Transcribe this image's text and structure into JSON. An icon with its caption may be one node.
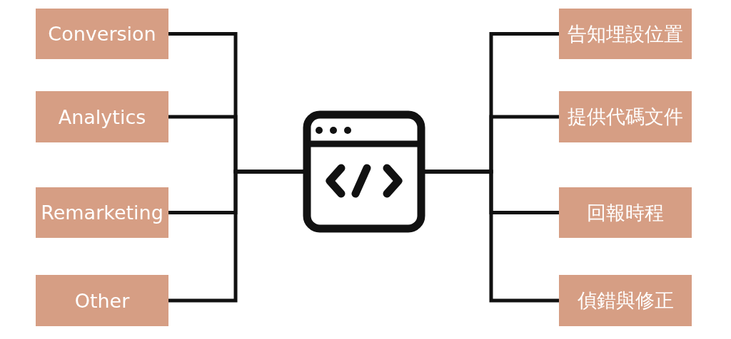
{
  "diagram": {
    "nodes": [
      {
        "text": [
          "Conversion"
        ]
      },
      {
        "text": [
          "Analytics"
        ]
      },
      {
        "text": [
          "Remarketing"
        ]
      },
      {
        "text": [
          "Other"
        ]
      },
      {
        "text": [],
        "shape": "picture"
      },
      {
        "text": [
          "告知埋設位置"
        ]
      },
      {
        "text": [
          "提供代碼文件"
        ]
      },
      {
        "text": [
          "回報時程"
        ]
      },
      {
        "text": [
          "偵錯與修正"
        ]
      }
    ],
    "edges": [
      {
        "from": 0,
        "to": 4,
        "arrow": "none"
      },
      {
        "from": 1,
        "to": 4,
        "arrow": "none"
      },
      {
        "from": 2,
        "to": 4,
        "arrow": "none"
      },
      {
        "from": 3,
        "to": 4,
        "arrow": "none"
      },
      {
        "from": 4,
        "to": 5,
        "arrow": "none"
      },
      {
        "from": 4,
        "to": 6,
        "arrow": "none"
      },
      {
        "from": 4,
        "to": 7,
        "arrow": "none"
      },
      {
        "from": 4,
        "to": 8,
        "arrow": "none"
      }
    ]
  }
}
